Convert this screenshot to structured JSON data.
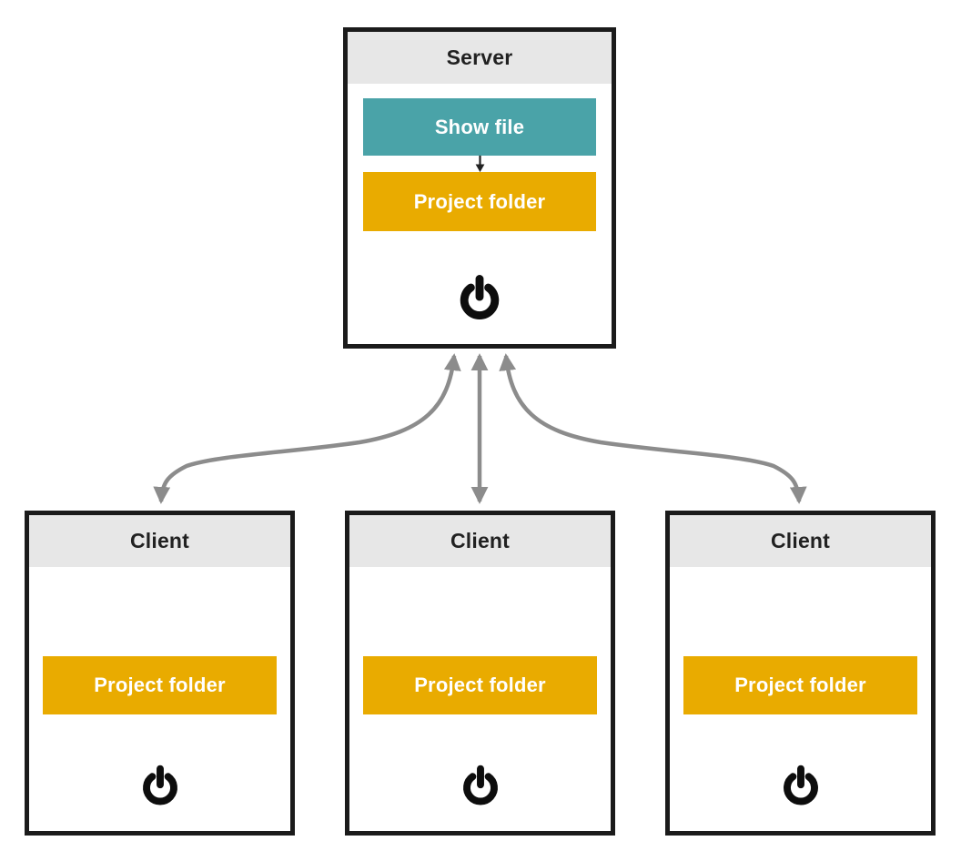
{
  "diagram": {
    "server": {
      "title": "Server",
      "show_file_button": "Show file",
      "project_folder_button": "Project folder"
    },
    "clients": [
      {
        "title": "Client",
        "project_folder_button": "Project folder"
      },
      {
        "title": "Client",
        "project_folder_button": "Project folder"
      },
      {
        "title": "Client",
        "project_folder_button": "Project folder"
      }
    ],
    "icons": {
      "power": "power-symbol",
      "flow_arrow": "down-arrow",
      "connections": "double-headed-curved-arrows"
    },
    "colors": {
      "teal_accent": "#4AA3A8",
      "orange_accent": "#E9AB00",
      "box_border": "#1B1B1B",
      "header_background": "#E7E7E7",
      "connection_arrow_gray": "#8C8C8C",
      "button_text": "#FFFFFF",
      "title_text": "#212121"
    }
  }
}
